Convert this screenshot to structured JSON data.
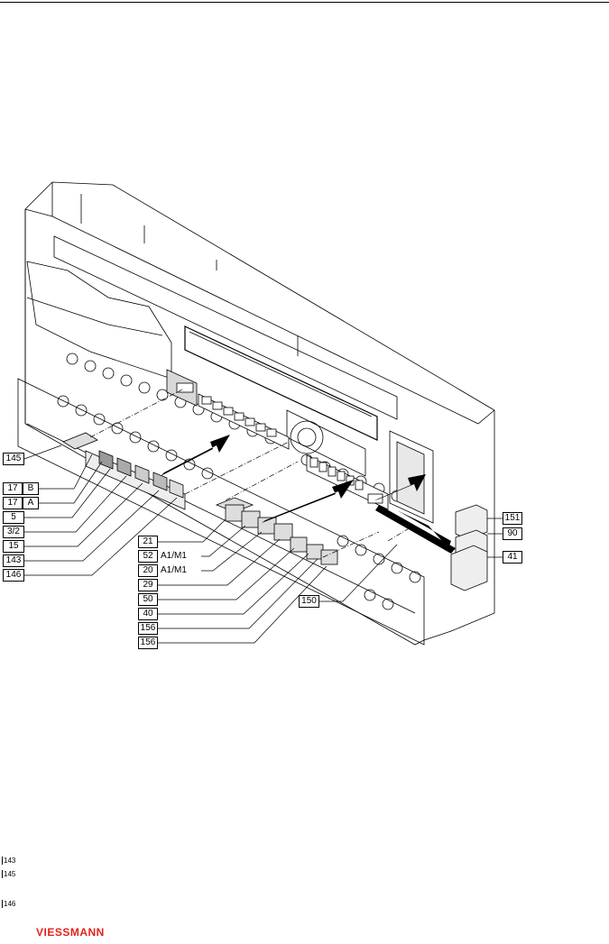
{
  "callouts": {
    "c145": "145",
    "c17b_num": "17",
    "c17b_letter": "B",
    "c17a_num": "17",
    "c17a_letter": "A",
    "c5": "5",
    "c32": "3/2",
    "c15": "15",
    "c143": "143",
    "c146": "146",
    "c21": "21",
    "c52": "52",
    "c52_text": "A1/M1",
    "c20": "20",
    "c20_text": "A1/M1",
    "c29": "29",
    "c50": "50",
    "c40": "40",
    "c156a": "156",
    "c156b": "156",
    "c150": "150",
    "c151": "151",
    "c90": "90",
    "c41": "41"
  },
  "margin_marks": {
    "m1": "143",
    "m2": "145",
    "m3": "146"
  },
  "brand": {
    "logo_text": "VIESSMANN",
    "color": "#e2231a"
  }
}
